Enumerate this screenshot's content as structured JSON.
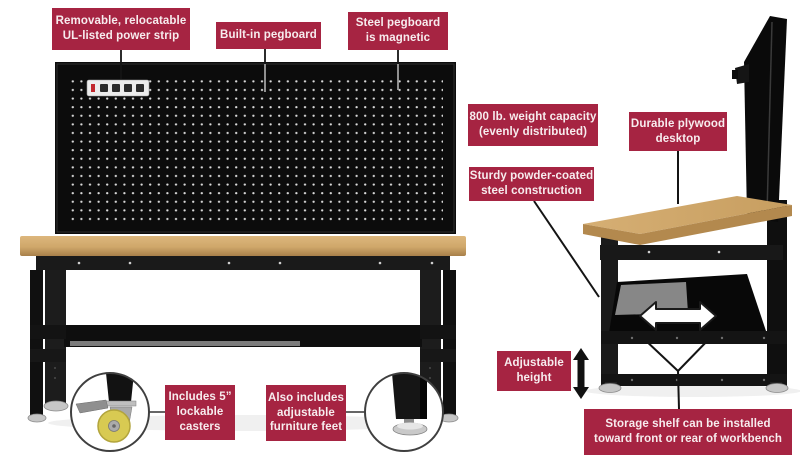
{
  "title": "Workbench features infographic",
  "colors": {
    "label_bg": "#a62442",
    "label_text": "#f7ecee",
    "frame_black": "#0c0c0c",
    "desktop_tan": "#d1a96d",
    "desktop_edge": "#b3894e",
    "caster_wheel_yellow": "#d8ca52",
    "metal_silver": "#c6c6c6",
    "pegboard_dot": "#dcdcdc"
  },
  "callouts": {
    "power_strip": "Removable, relocatable\nUL-listed power strip",
    "pegboard": "Built-in pegboard",
    "magnetic": "Steel pegboard\nis magnetic",
    "weight_capacity": "800 lb. weight capacity\n(evenly distributed)",
    "plywood_desktop": "Durable plywood\ndesktop",
    "steel_construction": "Sturdy powder-coated\nsteel construction",
    "adjustable_height": "Adjustable\nheight",
    "storage_shelf": "Storage shelf can be installed\ntoward front or rear of workbench",
    "casters": "Includes 5”\nlockable\ncasters",
    "furniture_feet": "Also includes\nadjustable\nfurniture feet"
  },
  "icons": {
    "height_adjust_arrow": "vertical double-headed arrow (black)",
    "shelf_direction_arrow": "horizontal double-headed arrow (white)"
  }
}
